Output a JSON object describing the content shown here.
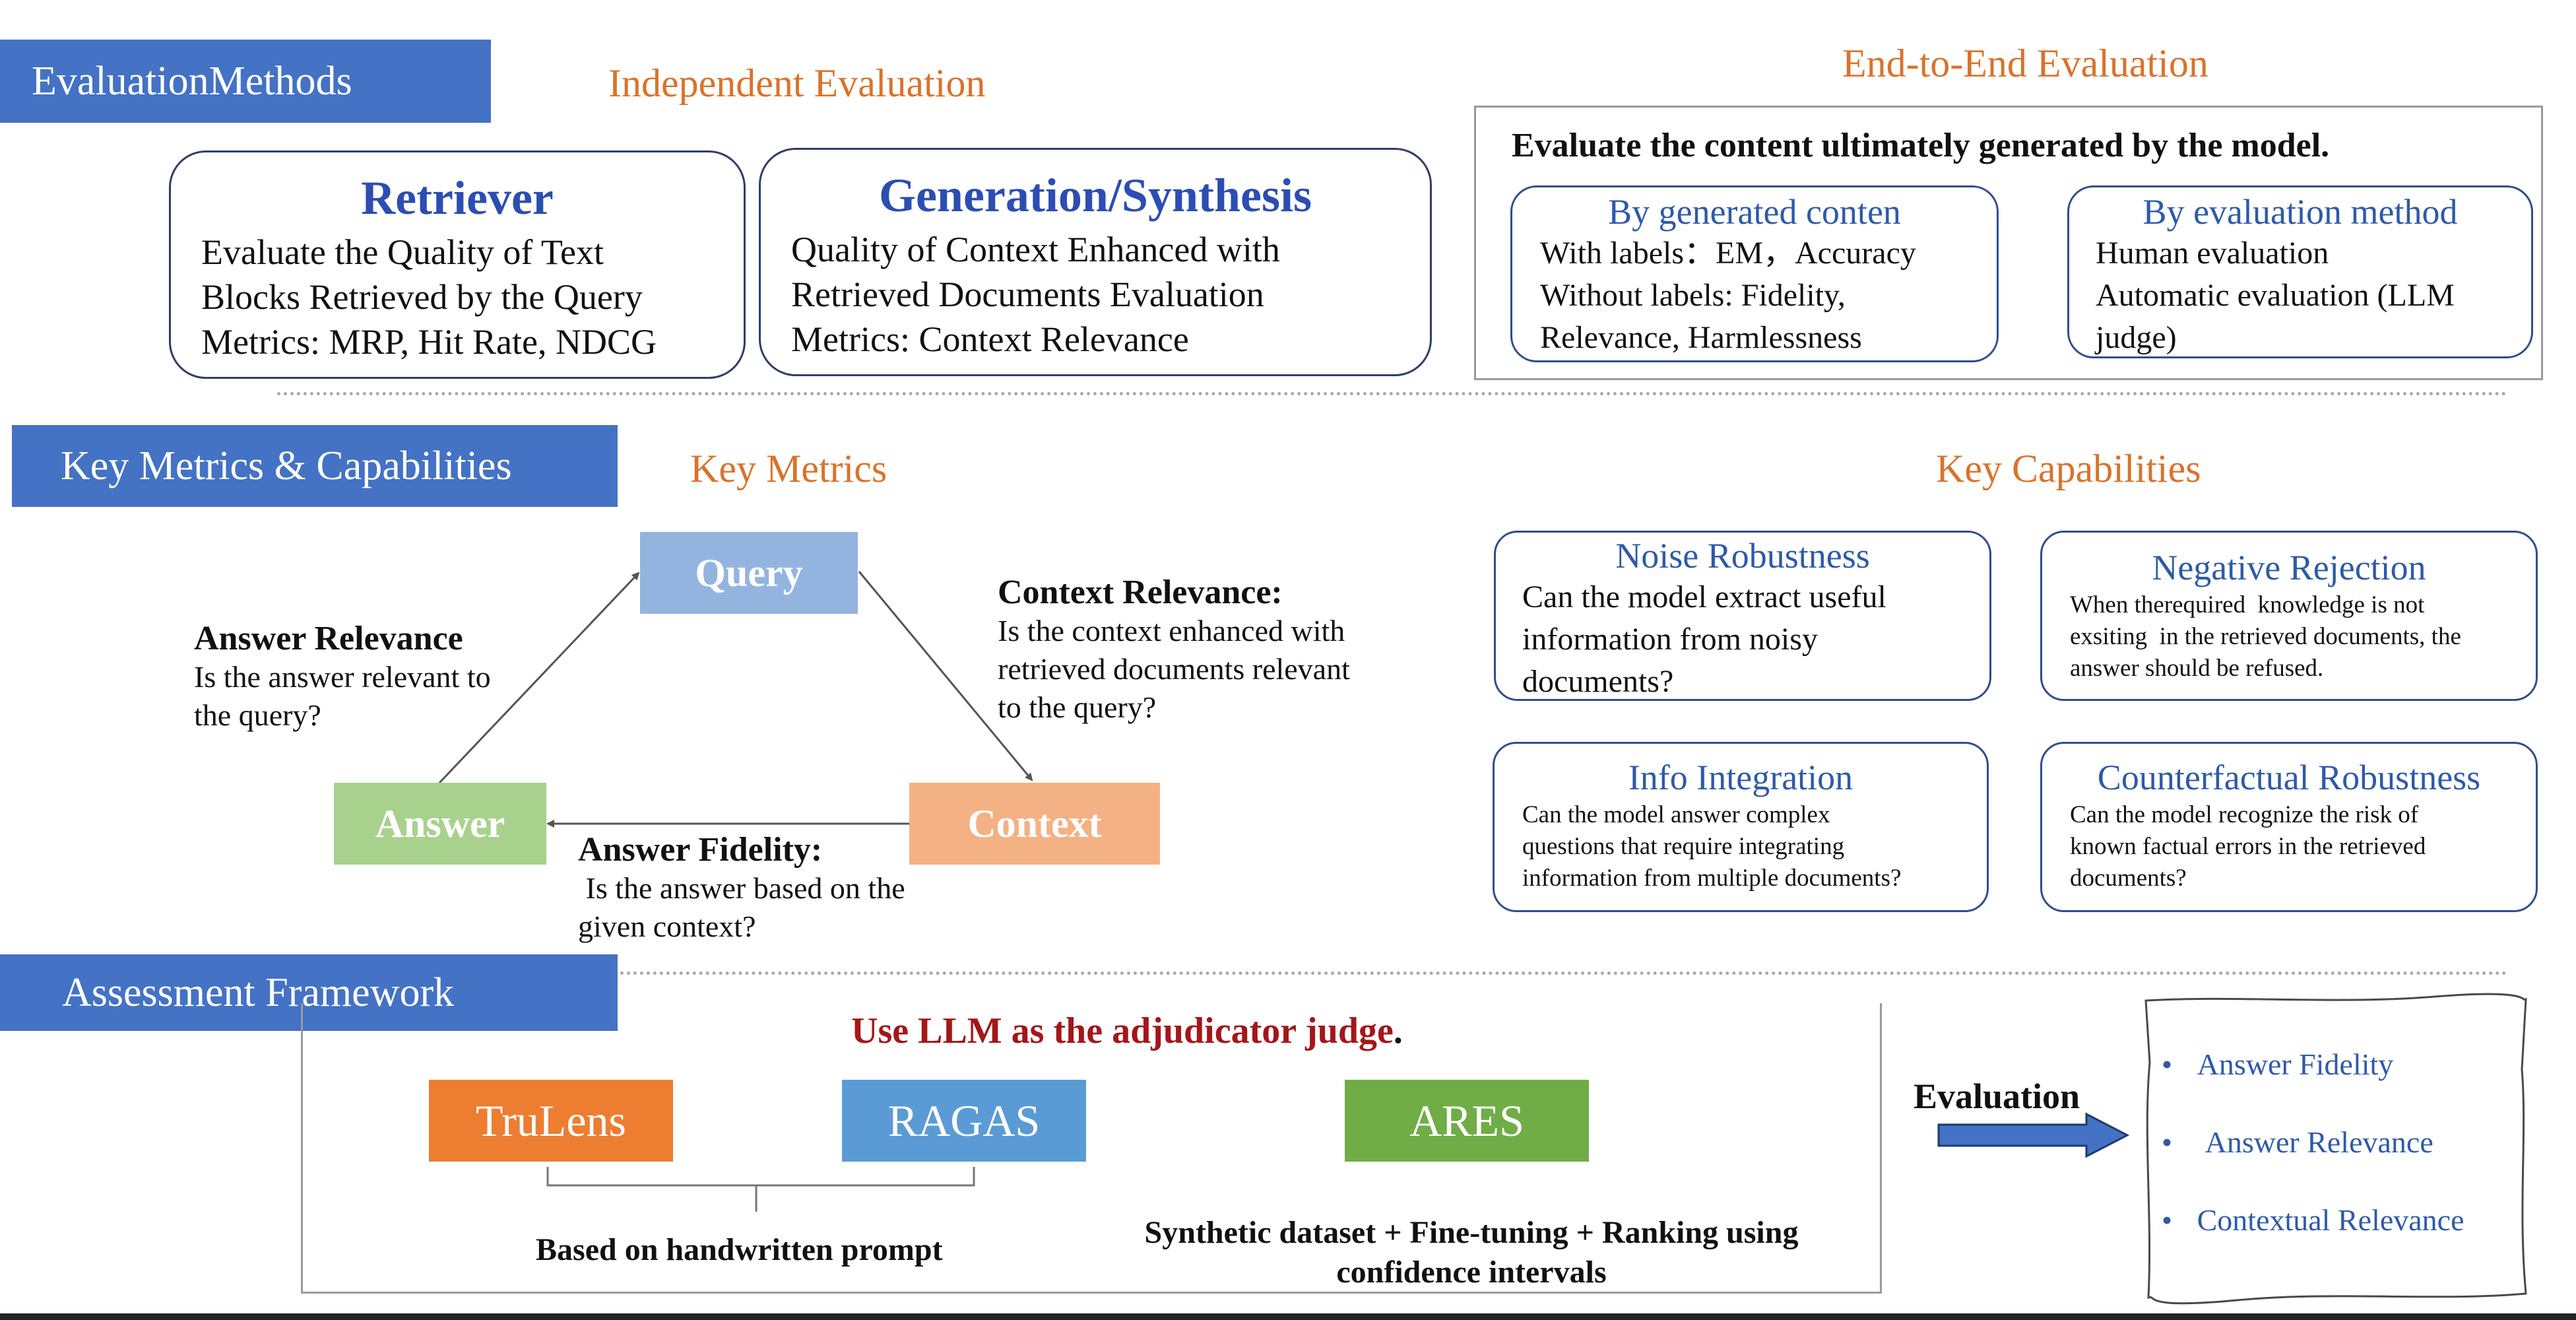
{
  "sections": {
    "evaluation_methods": "EvaluationMethods",
    "key_metrics_capabilities": "Key Metrics & Capabilities",
    "assessment_framework": "Assessment Framework"
  },
  "independent": {
    "heading": "Independent Evaluation",
    "retriever": {
      "title": "Retriever",
      "lines": [
        "Evaluate the Quality of Text",
        "Blocks Retrieved by the Query",
        "Metrics: MRP, Hit Rate, NDCG"
      ]
    },
    "generation": {
      "title": "Generation/Synthesis",
      "lines": [
        "Quality of Context Enhanced with",
        "Retrieved Documents Evaluation",
        "Metrics: Context Relevance"
      ]
    }
  },
  "end_to_end": {
    "heading": "End-to-End Evaluation",
    "statement": "Evaluate the content ultimately generated by the model.",
    "by_content": {
      "title": "By generated conten",
      "lines": [
        "With labels：EM，Accuracy",
        "Without labels: Fidelity,",
        "Relevance, Harmlessness"
      ]
    },
    "by_method": {
      "title": "By evaluation method",
      "lines": [
        "Human evaluation",
        "Automatic evaluation (LLM",
        "judge)"
      ]
    }
  },
  "key_metrics": {
    "heading": "Key Metrics",
    "nodes": {
      "query": "Query",
      "answer": "Answer",
      "context": "Context"
    },
    "answer_relevance": {
      "title": "Answer Relevance",
      "lines": [
        "Is the answer relevant to",
        "the query?"
      ]
    },
    "context_relevance": {
      "title": "Context Relevance:",
      "lines": [
        "Is the context enhanced with",
        "retrieved documents relevant",
        "to the query?"
      ]
    },
    "answer_fidelity": {
      "title": "Answer Fidelity:",
      "lines": [
        " Is the answer based on the",
        "given context?"
      ]
    }
  },
  "key_capabilities": {
    "heading": "Key Capabilities",
    "noise": {
      "title": "Noise Robustness",
      "lines": [
        "Can the model extract useful",
        "information from noisy",
        "documents?"
      ]
    },
    "negative": {
      "title": "Negative Rejection",
      "lines": [
        "When therequired  knowledge is not",
        "exsiting  in the retrieved documents, the",
        "answer should be refused."
      ]
    },
    "info": {
      "title": "Info Integration",
      "lines": [
        "Can the model answer complex",
        "questions that require integrating",
        "information from multiple documents?"
      ]
    },
    "counterfactual": {
      "title": "Counterfactual Robustness",
      "lines": [
        "Can the model recognize the risk of",
        "known factual errors in the retrieved",
        "documents?"
      ]
    }
  },
  "framework": {
    "llm_judge": "Use LLM as the adjudicator judge",
    "llm_judge_end": ".",
    "tools": {
      "trulens": "TruLens",
      "ragas": "RAGAS",
      "ares": "ARES"
    },
    "handwritten": "Based on handwritten prompt",
    "synthetic": [
      "Synthetic dataset + Fine-tuning + Ranking using",
      "confidence intervals"
    ],
    "evaluation_label": "Evaluation",
    "outputs": [
      "Answer Fidelity",
      "Answer Relevance",
      "Contextual Relevance"
    ],
    "bullet": "•"
  },
  "colors": {
    "section_blue": "#4472c4",
    "heading_orange": "#d9732b",
    "title_blue": "#2c4db2",
    "query_node": "#94b4e0",
    "answer_node": "#a9d18e",
    "context_node": "#f4b183",
    "trulens": "#ed7d31",
    "ragas": "#5b9bd5",
    "ares": "#70ad47",
    "judge_red": "#a4161a"
  }
}
